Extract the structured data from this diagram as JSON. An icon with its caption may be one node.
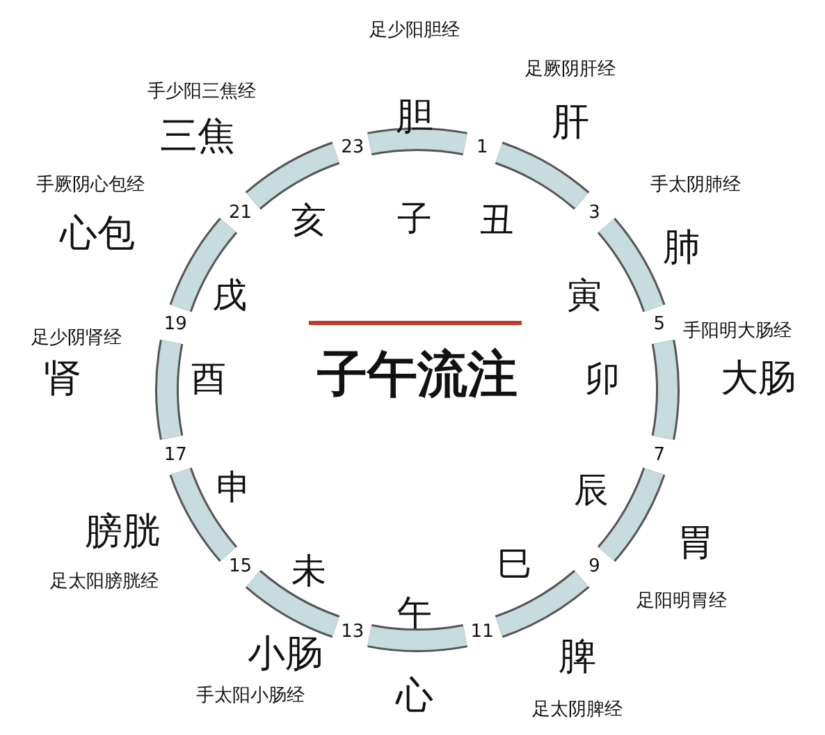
{
  "diagram": {
    "title": "子午流注",
    "labels": [
      "足少阳胆经",
      "胆",
      "子",
      "23",
      "足厥阴肝经",
      "肝",
      "丑",
      "1",
      "手太阴肺经",
      "肺",
      "寅",
      "3",
      "手阳明大肠经",
      "大肠",
      "卯",
      "5",
      "足阳明胃经",
      "胃",
      "辰",
      "7",
      "足太阴脾经",
      "脾",
      "巳",
      "9",
      "心",
      "午",
      "11",
      "手太阳小肠经",
      "小肠",
      "未",
      "13",
      "足太阳膀胱经",
      "膀胱",
      "申",
      "15",
      "足少阴肾经",
      "肾",
      "酉",
      "17",
      "手厥阴心包经",
      "心包",
      "戌",
      "19",
      "手少阳三焦经",
      "三焦",
      "亥",
      "21"
    ]
  }
}
